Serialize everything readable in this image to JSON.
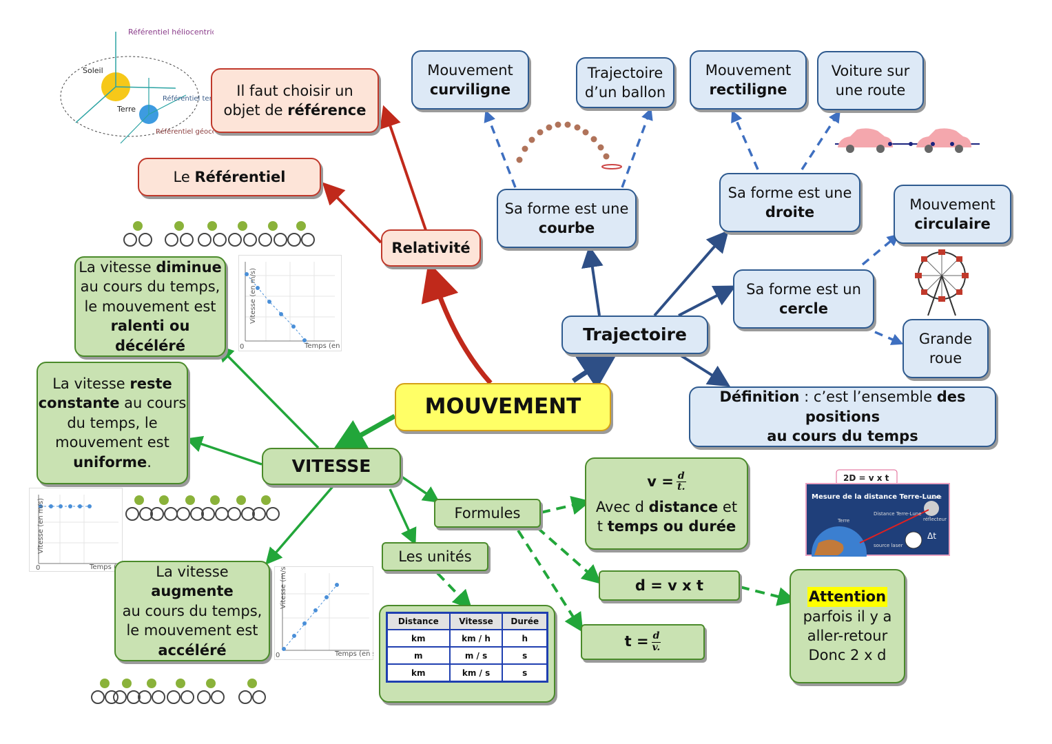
{
  "central": "MOUVEMENT",
  "relativite": {
    "title": "Relativité",
    "referentiel": {
      "pre": "Le ",
      "bold": "Référentiel"
    },
    "objet": {
      "line1": "Il faut choisir un",
      "pre": "objet de ",
      "bold": "référence"
    },
    "illustration_labels": {
      "helio": "Référentiel héliocentrique",
      "soleil": "Soleil",
      "terre": "Terre",
      "terrestre": "Référentiel terrestre",
      "geo": "Référentiel géocentrique"
    }
  },
  "trajectoire": {
    "title": "Trajectoire",
    "courbe": {
      "line1": "Sa forme est une",
      "bold": "courbe"
    },
    "curviligne": {
      "line1": "Mouvement",
      "bold": "curviligne"
    },
    "ballon": {
      "line1": "Trajectoire",
      "line2": "d’un ballon"
    },
    "droite": {
      "line1": "Sa forme est une",
      "bold": "droite"
    },
    "rectiligne": {
      "line1": "Mouvement",
      "bold": "rectiligne"
    },
    "voiture": {
      "line1": "Voiture sur",
      "line2": "une route"
    },
    "cercle": {
      "line1": "Sa forme est un",
      "bold": "cercle"
    },
    "circulaire": {
      "line1": "Mouvement",
      "bold": "circulaire"
    },
    "roue": {
      "line1": "Grande",
      "line2": "roue"
    },
    "definition": {
      "b1": "Définition",
      "t1": " :  c’est l’ensemble ",
      "b2": "des positions",
      "b3": "au cours du temps"
    }
  },
  "vitesse": {
    "title": "VITESSE",
    "diminue": {
      "t1": "La vitesse ",
      "b1": "diminue",
      "t2": "au cours du temps,",
      "t3": "le mouvement est",
      "b2": "ralenti ou décéléré"
    },
    "reste": {
      "t1": "La vitesse ",
      "b1": "reste",
      "b2": "constante",
      "t2": " au cours",
      "t3": "du temps, le",
      "t4": "mouvement est",
      "b3": "uniforme",
      "t5": "."
    },
    "augmente": {
      "t1": "La vitesse ",
      "b1": "augmente",
      "t2": "au cours du temps,",
      "t3": "le mouvement est",
      "b2": "accéléré"
    },
    "formules": {
      "title": "Formules",
      "v": "v  =",
      "v_num": "d",
      "v_den": "t.",
      "avec1": "Avec d ",
      "avec1b": "distance",
      "avec1c": " et",
      "avec2": "t ",
      "avec2b": "temps ou durée",
      "d": "d  =  v x t",
      "t": "t  =",
      "t_num": "d",
      "t_den": "v."
    },
    "unites": {
      "title": "Les unités",
      "headers": [
        "Distance",
        "Vitesse",
        "Durée"
      ],
      "rows": [
        [
          "km",
          "km / h",
          "h"
        ],
        [
          "m",
          "m / s",
          "s"
        ],
        [
          "km",
          "km / s",
          "s"
        ]
      ]
    },
    "attention": {
      "hl": "Attention",
      "l1": "parfois il y a",
      "l2": "aller-retour",
      "l3": "Donc 2 x d"
    },
    "graph_labels": {
      "v_ms": "Vitesse (en m/s)",
      "v_ms2": "Vitesse (m/s)",
      "temps": "Temps (en s)",
      "zero": "0"
    },
    "laser": {
      "formula": "2D = v x t",
      "title": "Mesure de la distance Terre-Lune",
      "terre": "Terre",
      "lune": "Lune",
      "distance": "Distance Terre-Lune",
      "reflecteur": "réflecteur",
      "source": "source laser",
      "dt": "Δt"
    }
  }
}
